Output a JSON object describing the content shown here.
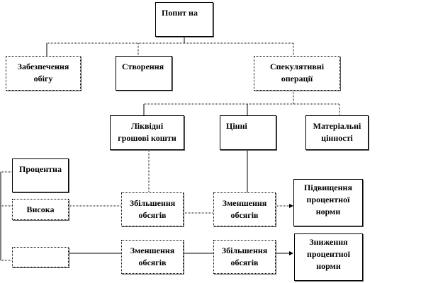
{
  "root": "Попит на",
  "level1": [
    "Забезпечення\nобігу",
    "Створення",
    "Спекулятивні\nоперації"
  ],
  "level2": [
    "Ліквідні\nгрошові кошти",
    "Цінні",
    "Матеріальні\nцінності"
  ],
  "rates": [
    "Процентна",
    "Висока",
    ""
  ],
  "row1": [
    "Збільшення\nобсягів",
    "Зменшення\nобсягів",
    "Підвищення\nпроцентної\nнорми"
  ],
  "row2": [
    "Зменшення\nобсягів",
    "Збільшення\nобсягів",
    "Зниження\nпроцентної\nнорми"
  ]
}
